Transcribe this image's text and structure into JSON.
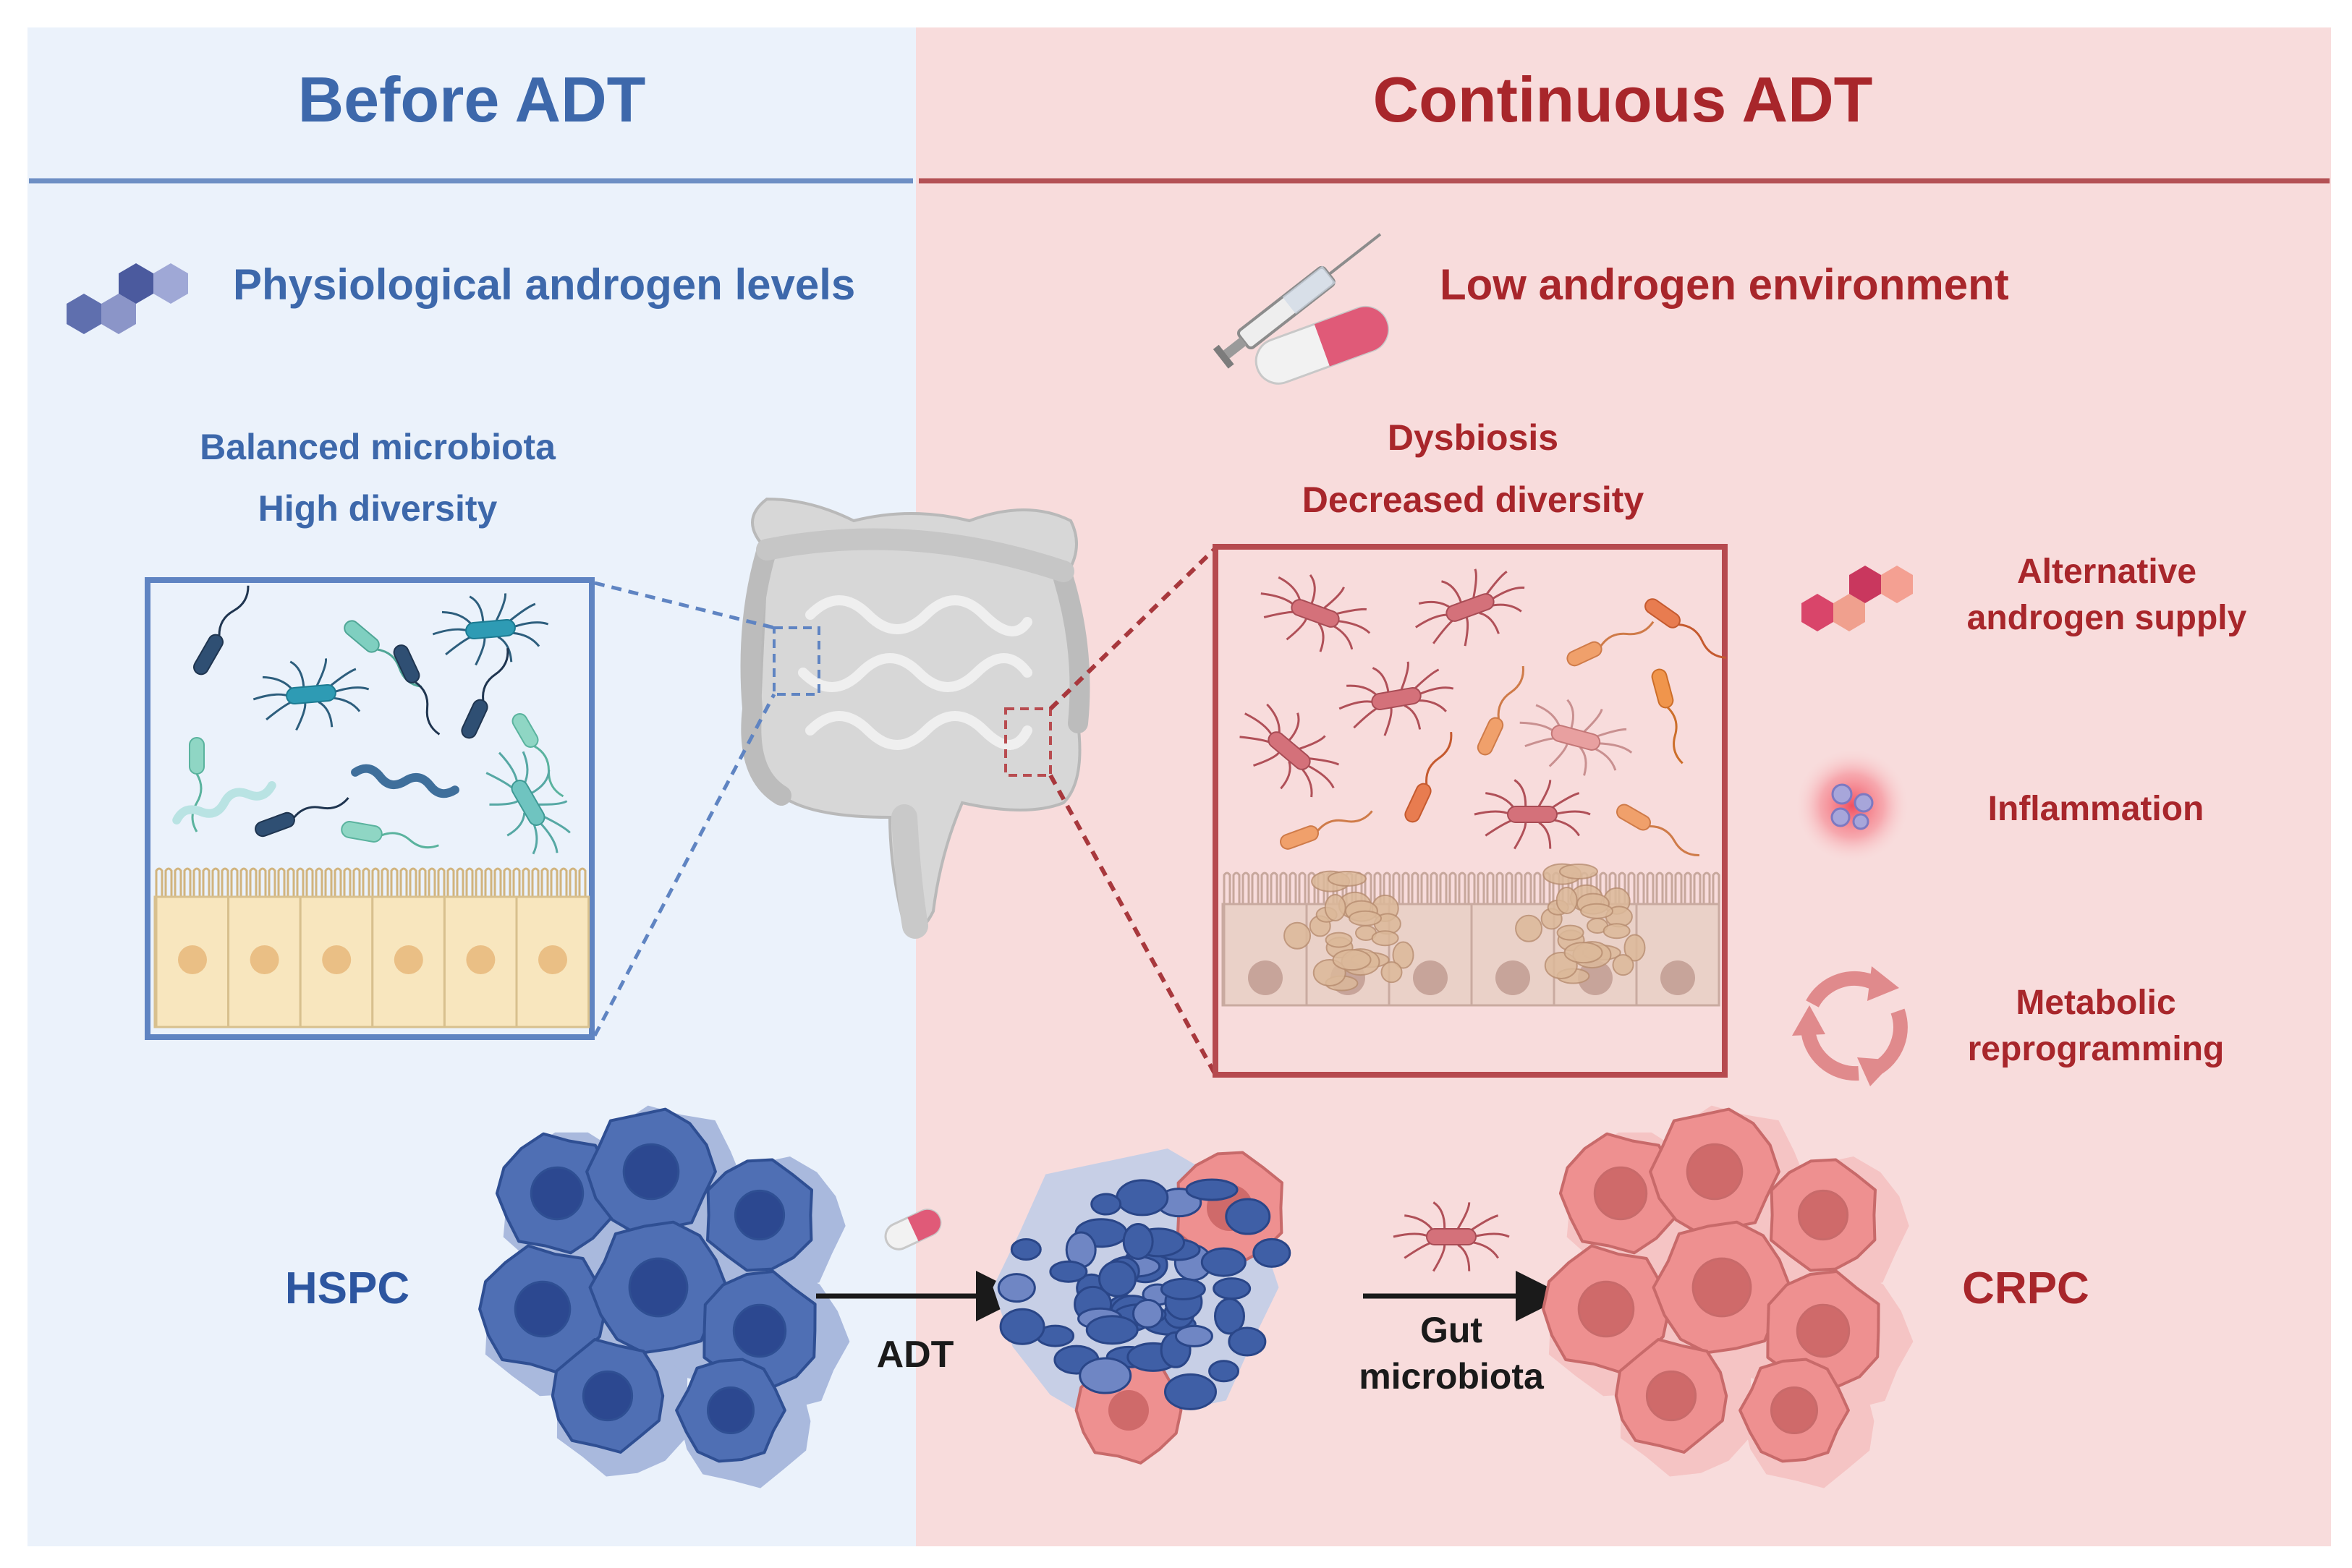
{
  "left_panel": {
    "title": "Before ADT",
    "androgen_label": "Physiological androgen levels",
    "microbiota_line1": "Balanced microbiota",
    "microbiota_line2": "High diversity",
    "cancer_label": "HSPC"
  },
  "right_panel": {
    "title": "Continuous ADT",
    "androgen_label": "Low androgen environment",
    "microbiota_line1": "Dysbiosis",
    "microbiota_line2": "Decreased diversity",
    "cancer_label": "CRPC"
  },
  "mechanisms": [
    {
      "icon": "hexagon-molecule-icon",
      "line1": "Alternative",
      "line2": "androgen supply"
    },
    {
      "icon": "inflammation-icon",
      "line1": "Inflammation",
      "line2": ""
    },
    {
      "icon": "cycle-arrows-icon",
      "line1": "Metabolic",
      "line2": "reprogramming"
    }
  ],
  "transitions": {
    "adt_label": "ADT",
    "gut_line1": "Gut",
    "gut_line2": "microbiota"
  },
  "colors": {
    "left_bg": "#ebf2fb",
    "right_bg": "#f8dcdc",
    "left_text": "#3d68ab",
    "right_text": "#a8262b",
    "left_rule": "#6e8fc4",
    "right_rule": "#b45155"
  }
}
